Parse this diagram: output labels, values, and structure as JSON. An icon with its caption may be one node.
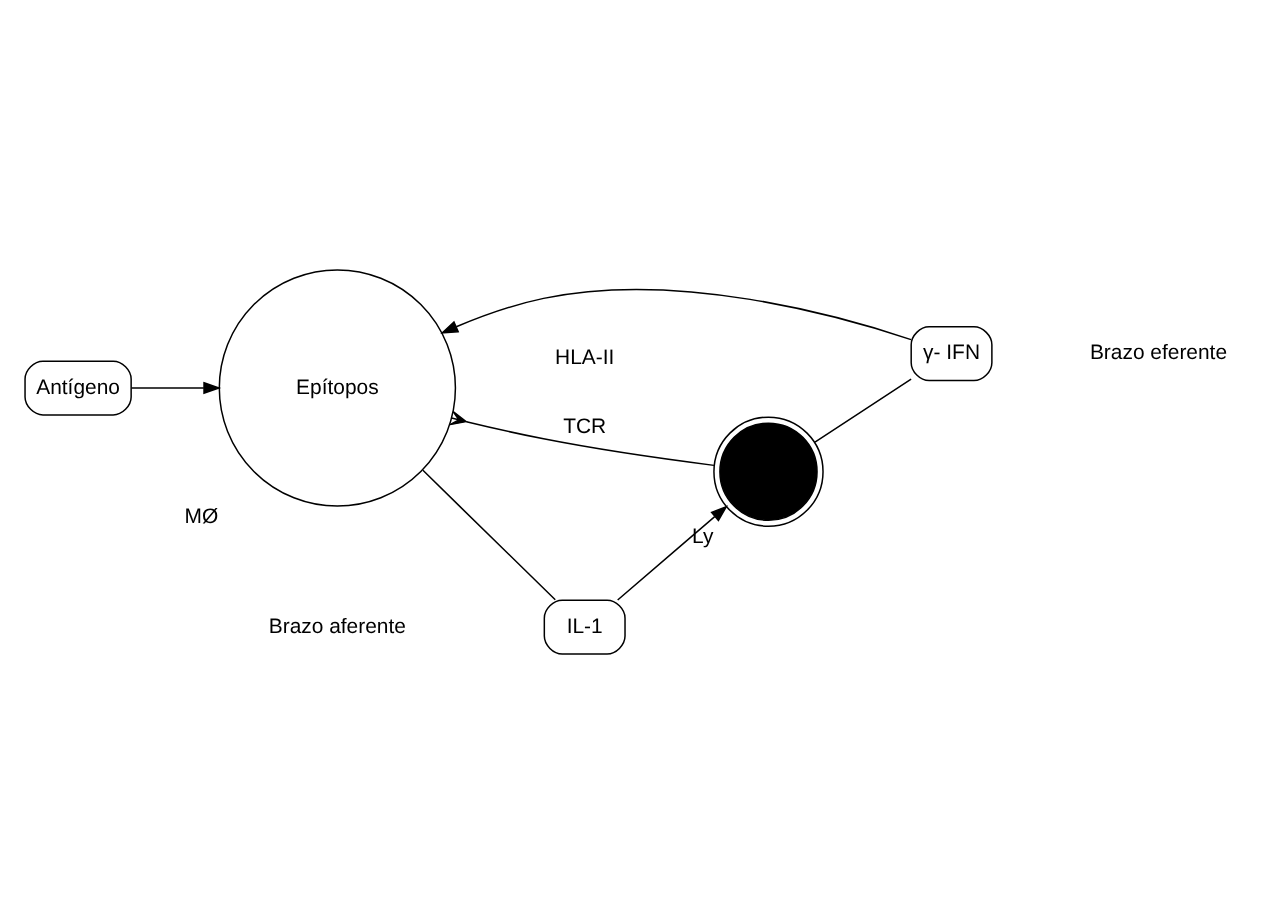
{
  "diagram": {
    "nodes": [
      {
        "text": [
          "Antígeno"
        ]
      },
      {
        "text": [
          "Epítopos"
        ],
        "beside": [
          "MØ"
        ]
      },
      {
        "text": [
          "IL-1"
        ]
      },
      {
        "text": [],
        "shape": "circle",
        "beside": [
          "Ly"
        ]
      },
      {
        "text": [
          "γ- IFN"
        ]
      }
    ],
    "edges": [
      {
        "from": 0,
        "to": 1,
        "arrow": "to"
      },
      {
        "from": 1,
        "to": 2,
        "arrow": "none"
      },
      {
        "from": 2,
        "to": 3,
        "arrow": "to"
      },
      {
        "from": 3,
        "to": 1,
        "arrow": "other",
        "label": "TCR"
      },
      {
        "from": 3,
        "to": 4,
        "arrow": "none"
      },
      {
        "from": 4,
        "to": 1,
        "arrow": "to"
      }
    ],
    "labels": [
      "Brazo aferente",
      "HLA-II",
      "Brazo eferente"
    ]
  }
}
